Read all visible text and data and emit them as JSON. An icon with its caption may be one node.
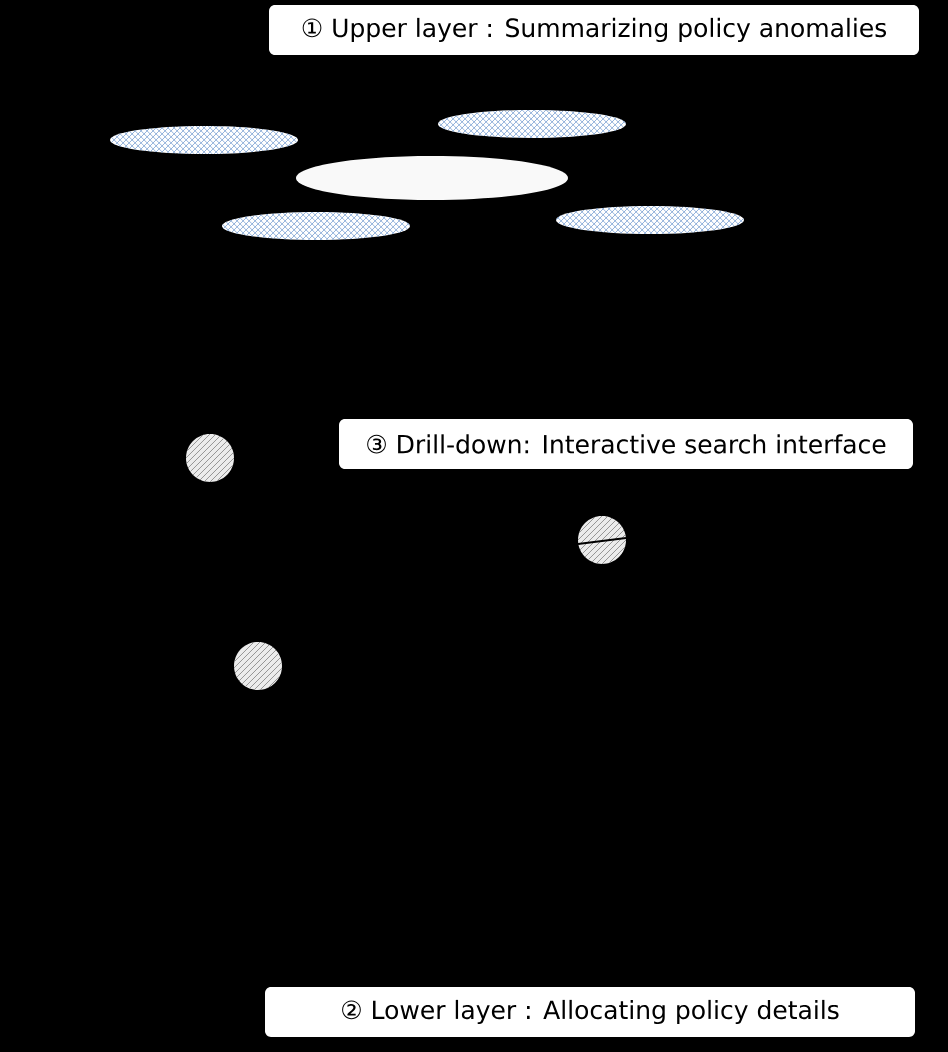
{
  "diagram": {
    "nodes": [
      {
        "text": [
          "① Upper layer : Summarizing policy anomalies"
        ]
      },
      {
        "text": [],
        "shape": "ellipse"
      },
      {
        "text": [],
        "shape": "ellipse"
      },
      {
        "text": [],
        "shape": "ellipse"
      },
      {
        "text": [],
        "shape": "ellipse"
      },
      {
        "text": [],
        "shape": "ellipse"
      },
      {
        "text": [],
        "shape": "circle"
      },
      {
        "text": [
          "③ Drill-down: Interactive search interface"
        ]
      },
      {
        "text": [],
        "shape": "circle"
      },
      {
        "text": [],
        "shape": "circle"
      },
      {
        "text": [
          "② Lower layer : Allocating policy details"
        ]
      }
    ]
  }
}
